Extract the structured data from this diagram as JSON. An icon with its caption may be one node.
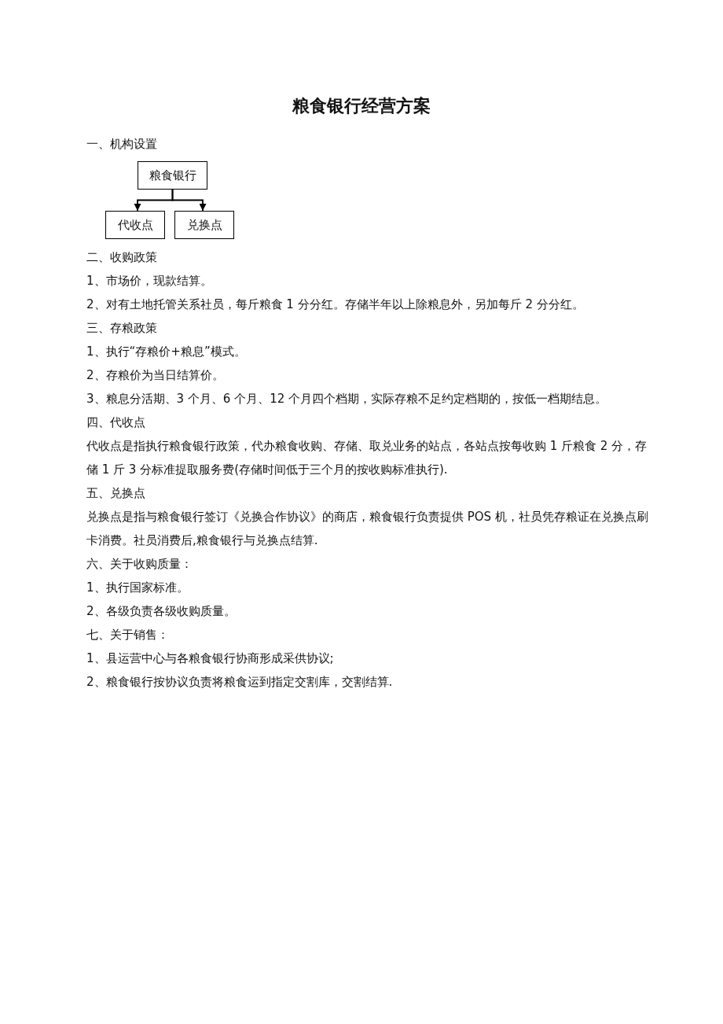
{
  "diagram": {
    "title": "粮食银行经营方案",
    "nodes": [
      {
        "text": [
          "粮食银行"
        ]
      },
      {
        "text": [
          "代收点"
        ]
      },
      {
        "text": [
          "兑换点"
        ]
      }
    ],
    "edges": [
      {
        "from": 0,
        "to": 1,
        "arrow": "to"
      },
      {
        "from": 0,
        "to": 2,
        "arrow": "to"
      }
    ],
    "labels": [
      "一、机构设置",
      "二、收购政策",
      "1、市场价，现款结算。",
      "2、对有土地托管关系社员，每斤粮食 1 分分红。存储半年以上除粮息外，另加每斤 2 分分红。",
      "三、存粮政策",
      "1、执行“存粮价+粮息”模式。",
      "2、存粮价为当日结算价。",
      "3、粮息分活期、3 个月、6 个月、12 个月四个档期，实际存粮不足约定档期的，按低一档期结息。",
      "四、代收点",
      "代收点是指执行粮食银行政策，代办粮食收购、存储、取兑业务的站点，各站点按每收购 1 斤粮食 2 分，存储 1 斤 3 分标准提取服务费(存储时间低于三个月的按收购标准执行).",
      "五、兑换点",
      "兑换点是指与粮食银行签订《兑换合作协议》的商店，粮食银行负责提供 POS 机，社员凭存粮证在兑换点刷卡消费。社员消费后,粮食银行与兑换点结算.",
      "六、关于收购质量：",
      "1、执行国家标准。",
      "2、各级负责各级收购质量。",
      "七、关于销售：",
      "1、县运营中心与各粮食银行协商形成采供协议;",
      "2、粮食银行按协议负责将粮食运到指定交割库，交割结算."
    ]
  }
}
